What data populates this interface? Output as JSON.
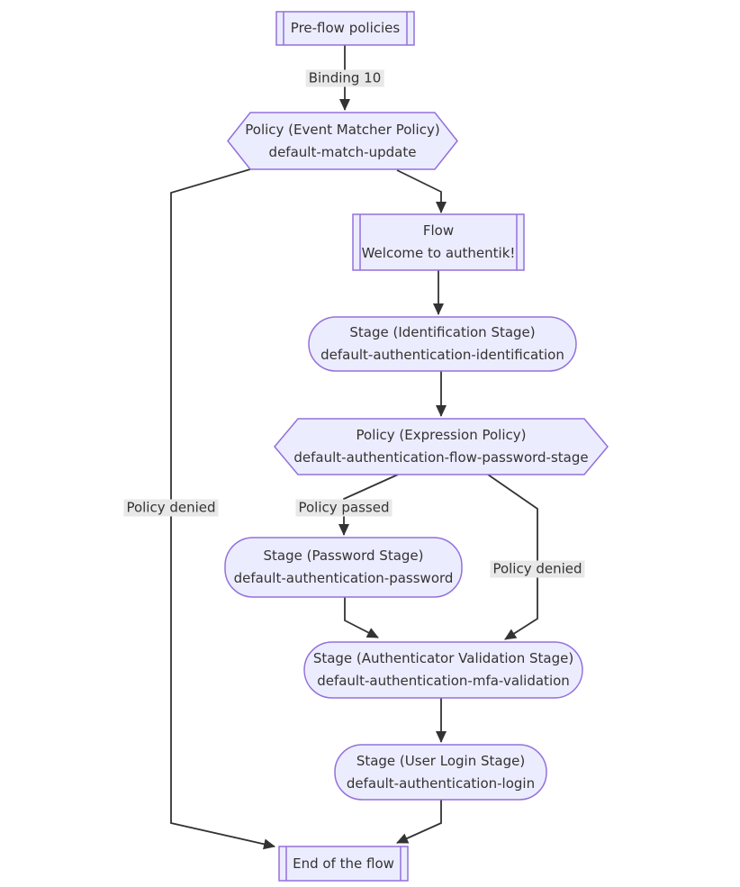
{
  "nodes": {
    "pre_flow_policies": {
      "title": "Pre-flow policies"
    },
    "event_matcher_policy": {
      "type": "Policy (Event Matcher Policy)",
      "name": "default-match-update"
    },
    "flow": {
      "type": "Flow",
      "name": "Welcome to authentik!"
    },
    "identification_stage": {
      "type": "Stage (Identification Stage)",
      "name": "default-authentication-identification"
    },
    "expression_policy": {
      "type": "Policy (Expression Policy)",
      "name": "default-authentication-flow-password-stage"
    },
    "password_stage": {
      "type": "Stage (Password Stage)",
      "name": "default-authentication-password"
    },
    "authenticator_validation_stage": {
      "type": "Stage (Authenticator Validation Stage)",
      "name": "default-authentication-mfa-validation"
    },
    "user_login_stage": {
      "type": "Stage (User Login Stage)",
      "name": "default-authentication-login"
    },
    "end_of_flow": {
      "title": "End of the flow"
    }
  },
  "edge_labels": {
    "binding": "Binding 10",
    "policy_denied_left": "Policy denied",
    "policy_passed": "Policy passed",
    "policy_denied_right": "Policy denied"
  },
  "colors": {
    "node_fill": "#ECECFF",
    "node_border": "#9370DB",
    "edge": "#333333",
    "label_bg": "#e8e8e8",
    "text": "#333333"
  }
}
